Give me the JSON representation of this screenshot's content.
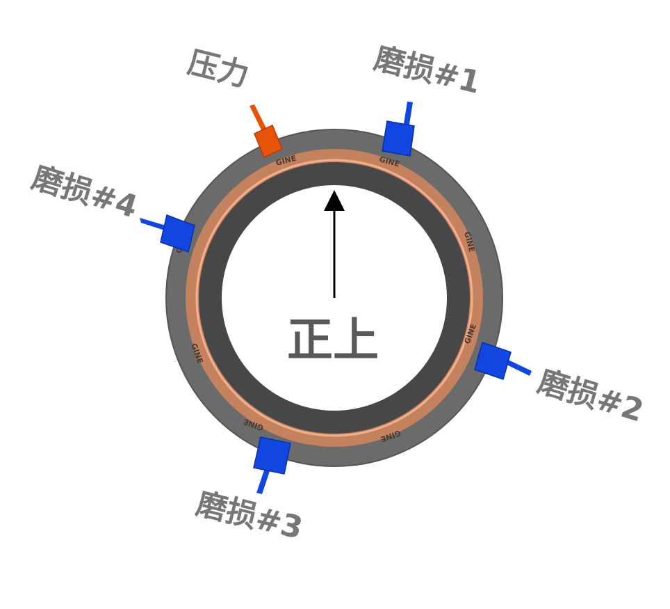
{
  "labels": {
    "pressure": "压力",
    "wear1": "磨损#1",
    "wear2": "磨损#2",
    "wear3": "磨损#3",
    "wear4": "磨损#4",
    "top": "正上"
  },
  "ring_brand": "GINE",
  "colors": {
    "outer_ring": "#6b6b6b",
    "copper_band": "#c4825e",
    "copper_edge": "#f2b08c",
    "inner_ring": "#474747",
    "pressure_sensor": "#e8530a",
    "wear_sensor": "#1246e0",
    "label_text": "#777777",
    "center_text": "#595959"
  }
}
